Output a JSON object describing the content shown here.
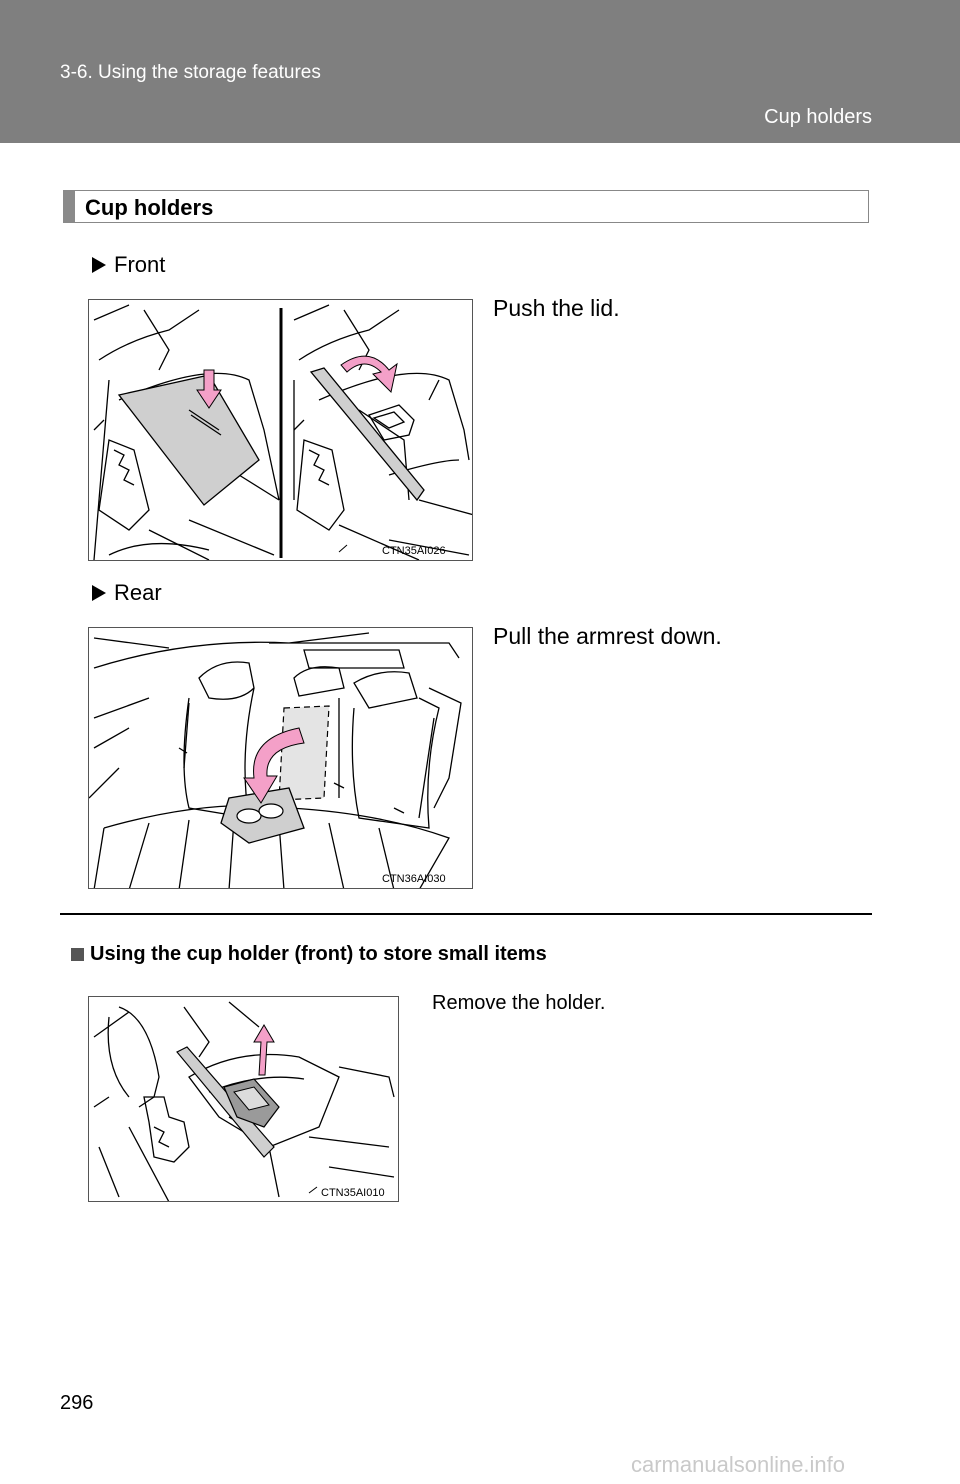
{
  "header": {
    "section": "3-6. Using the storage features",
    "title": "Cup holders"
  },
  "section_title": "Cup holders",
  "front": {
    "label": "Front",
    "instruction": "Push the lid.",
    "figure_code": "CTN35AI026"
  },
  "rear": {
    "label": "Rear",
    "instruction": "Pull the armrest down.",
    "figure_code": "CTN36AI030"
  },
  "small_items": {
    "heading": "Using the cup holder (front) to store small items",
    "instruction": "Remove the holder.",
    "figure_code": "CTN35AI010"
  },
  "page_number": "296",
  "watermark": "carmanualsonline.info",
  "colors": {
    "header_bg": "#7f7f7f",
    "arrow_pink": "#f4a0c8",
    "lid_gray": "#cfcfcf"
  }
}
